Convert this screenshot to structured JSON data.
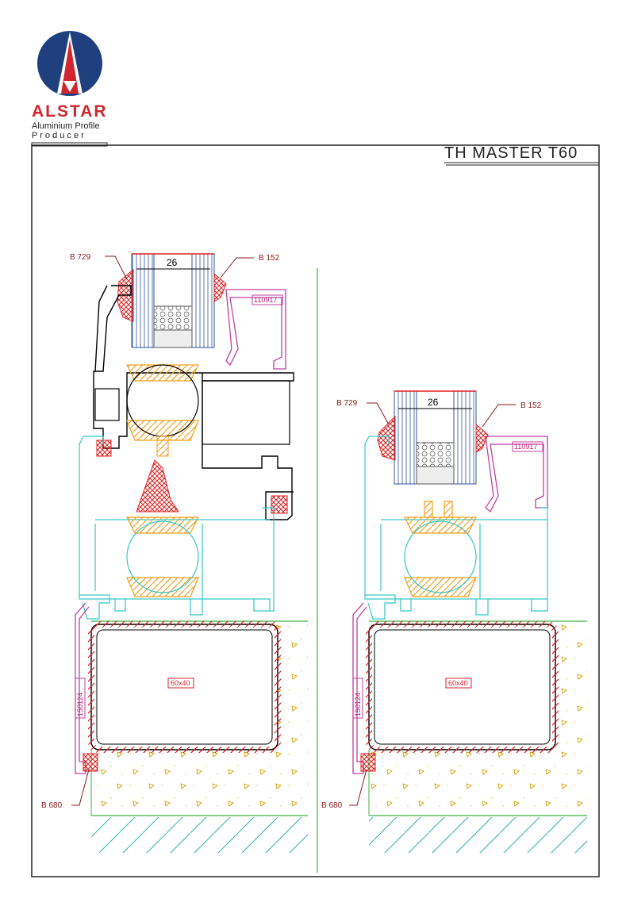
{
  "logo": {
    "brand": "ALSTAR",
    "tagline_1": "Aluminium Profile",
    "tagline_2": "P r o d u c e r"
  },
  "title": "TH MASTER T60",
  "colors": {
    "frame": "#000000",
    "thermal_frame": "#36c6c6",
    "polyamide": "#f0a020",
    "gasket": "#e02020",
    "cover_profile": "#c040a0",
    "ground": "#40b040",
    "leader": "#8b1a1a"
  },
  "left_detail": {
    "glass_dim": "26",
    "gasket_outer": "B 729",
    "gasket_inner": "B 152",
    "glazing_bead": "110917",
    "cover_profile": "150124",
    "tube": "60x40",
    "bottom_gasket": "B 680"
  },
  "right_detail": {
    "glass_dim": "26",
    "gasket_outer": "B 729",
    "gasket_inner": "B 152",
    "glazing_bead": "110917",
    "cover_profile": "150124",
    "tube": "60x40",
    "bottom_gasket": "B 680"
  }
}
